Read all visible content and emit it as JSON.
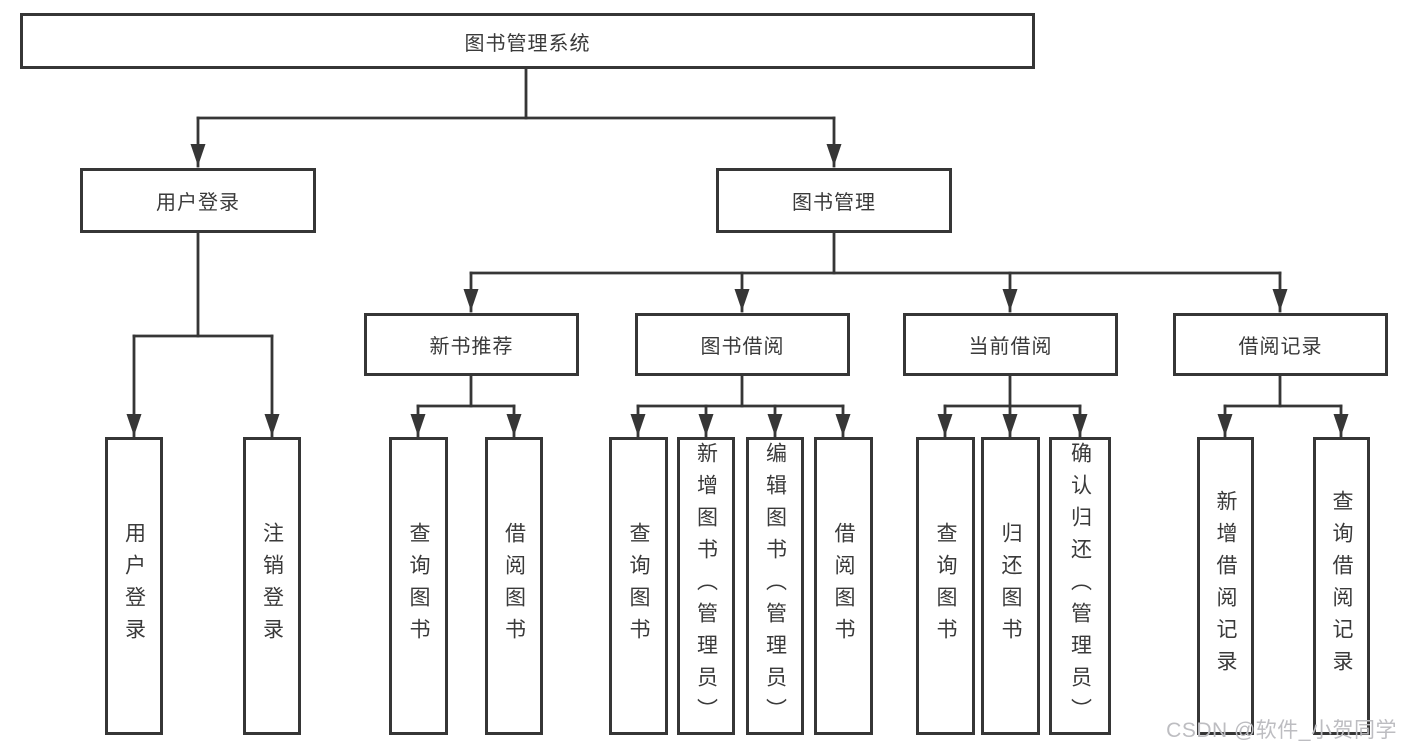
{
  "diagram": {
    "type": "hierarchy-tree",
    "colors": {
      "line": "#363636",
      "box_border": "#363636",
      "box_background": "#ffffff",
      "text": "#3a3a3a",
      "watermark": "#bdbdc1"
    },
    "tree": {
      "root": {
        "label": "图书管理系统"
      },
      "branches": [
        {
          "label": "用户登录",
          "leaves": [
            {
              "label": "用户登录"
            },
            {
              "label": "注销登录"
            }
          ]
        },
        {
          "label": "图书管理",
          "children": [
            {
              "label": "新书推荐",
              "leaves": [
                {
                  "label": "查询图书"
                },
                {
                  "label": "借阅图书"
                }
              ]
            },
            {
              "label": "图书借阅",
              "leaves": [
                {
                  "label": "查询图书"
                },
                {
                  "label": "新增图书（管理员）"
                },
                {
                  "label": "编辑图书（管理员）"
                },
                {
                  "label": "借阅图书"
                }
              ]
            },
            {
              "label": "当前借阅",
              "leaves": [
                {
                  "label": "查询图书"
                },
                {
                  "label": "归还图书"
                },
                {
                  "label": "确认归还（管理员）"
                }
              ]
            },
            {
              "label": "借阅记录",
              "leaves": [
                {
                  "label": "新增借阅记录"
                },
                {
                  "label": "查询借阅记录"
                }
              ]
            }
          ]
        }
      ]
    }
  },
  "watermark": {
    "text": "CSDN @软件_小贺同学"
  }
}
